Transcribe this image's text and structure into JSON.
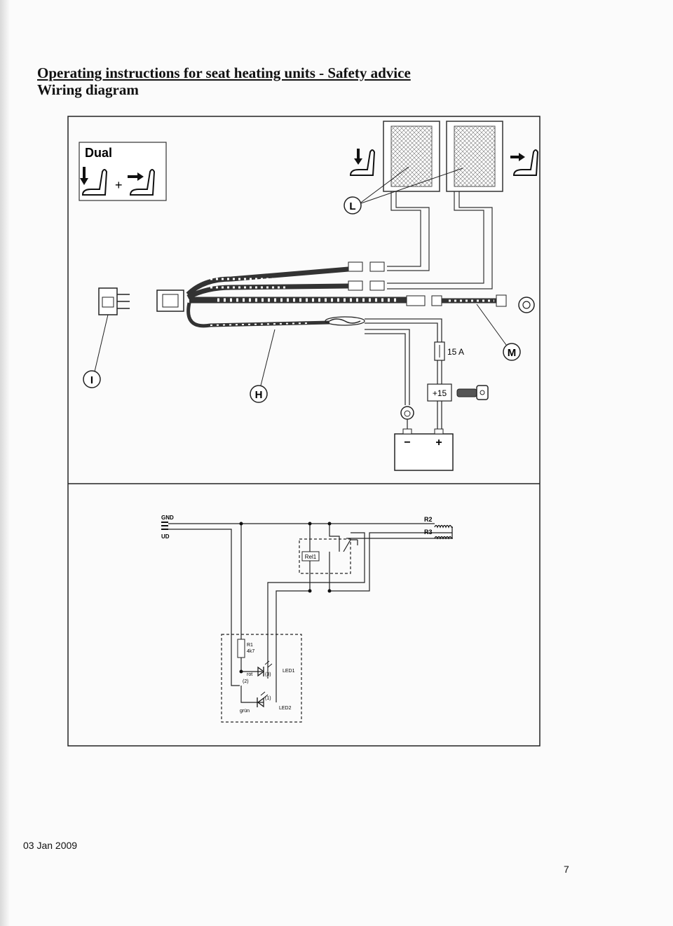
{
  "header": {
    "title": "Operating instructions for seat heating units - Safety advice",
    "subtitle": "Wiring diagram"
  },
  "diagram": {
    "mode_box_label": "Dual",
    "plus_sign": "+",
    "callouts": {
      "L": "L",
      "M": "M",
      "I": "I",
      "H": "H"
    },
    "fuse_label": "15 A",
    "ignition_label": "+15",
    "battery_minus": "−",
    "battery_plus": "+",
    "schematic": {
      "gnd": "GND",
      "ud": "UD",
      "r2": "R2",
      "r3": "R3",
      "relay": "Rel1",
      "r1": "R1",
      "r1_value": "4k7",
      "led1": "LED1",
      "led2": "LED2",
      "rot": "rot",
      "grun": "grün",
      "pin2": "(2)",
      "pin3": "(3)",
      "pin1": "(1)"
    }
  },
  "footer": {
    "date": "03 Jan 2009",
    "page_number": "7"
  }
}
